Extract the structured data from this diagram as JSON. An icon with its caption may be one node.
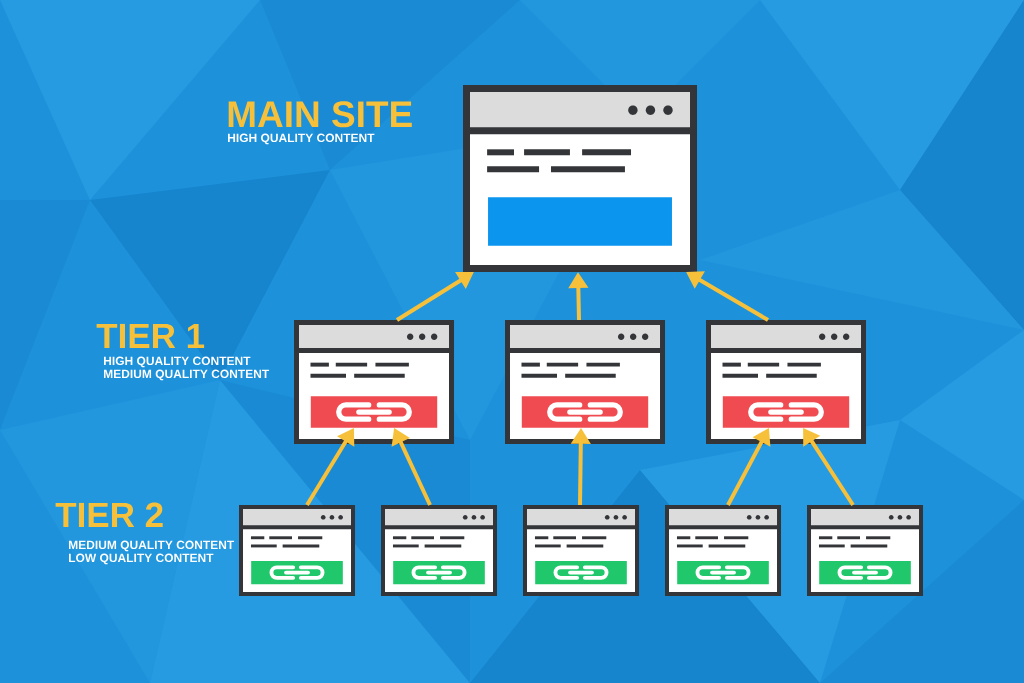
{
  "diagram": {
    "nodes": [
      {
        "text": [],
        "shape": "box"
      },
      {
        "text": [],
        "shape": "box"
      },
      {
        "text": [],
        "shape": "bar",
        "in": 1
      },
      {
        "text": [],
        "shape": "box"
      },
      {
        "text": [],
        "shape": "bar",
        "in": 3
      },
      {
        "text": [],
        "shape": "box"
      },
      {
        "text": [],
        "shape": "bar",
        "in": 5
      },
      {
        "text": [],
        "shape": "box"
      },
      {
        "text": [],
        "shape": "box"
      },
      {
        "text": [],
        "shape": "box"
      },
      {
        "text": [],
        "shape": "box"
      },
      {
        "text": [],
        "shape": "box"
      }
    ],
    "edges": [
      {
        "from": 1,
        "to": 0,
        "arrow": "to"
      },
      {
        "from": 3,
        "to": 0,
        "arrow": "to"
      },
      {
        "from": 5,
        "to": 0,
        "arrow": "to"
      },
      {
        "from": 7,
        "to": 2,
        "arrow": "to"
      },
      {
        "from": 8,
        "to": 2,
        "arrow": "to"
      },
      {
        "from": 9,
        "to": 4,
        "arrow": "to"
      },
      {
        "from": 10,
        "to": 6,
        "arrow": "to"
      },
      {
        "from": 11,
        "to": 6,
        "arrow": "to"
      }
    ],
    "labels": [
      "MAIN SITE",
      "HIGH QUALITY CONTENT",
      "TIER 1",
      "HIGH QUALITY CONTENT",
      "MEDIUM QUALITY CONTENT",
      "TIER 2",
      "MEDIUM QUALITY CONTENT",
      "LOW QUALITY CONTENT"
    ]
  }
}
